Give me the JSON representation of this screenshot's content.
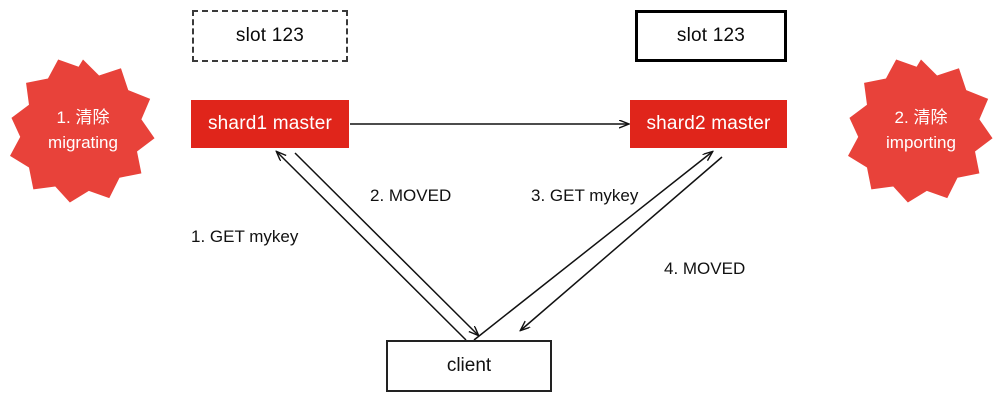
{
  "diagram": {
    "title": "Redis cluster slot migration MOVED redirection flow",
    "background_color": "#ffffff",
    "accent_red": "#e0251b",
    "seal_red": "#e8423a",
    "line_color": "#111111"
  },
  "slots": [
    {
      "label": "slot 123",
      "border_style": "dashed",
      "name": "slot-box-migrating"
    },
    {
      "label": "slot 123",
      "border_style": "solid",
      "name": "slot-box-importing"
    }
  ],
  "nodes": [
    {
      "label": "shard1 master",
      "color": "#e0251b"
    },
    {
      "label": "shard2 master",
      "color": "#e0251b"
    }
  ],
  "client": {
    "label": "client"
  },
  "seals": [
    {
      "line1": "1. 清除",
      "line2": "migrating",
      "color": "#e8423a"
    },
    {
      "line1": "2. 清除",
      "line2": "importing",
      "color": "#e8423a"
    }
  ],
  "arrows": [
    {
      "label": "1. GET mykey",
      "from": "client",
      "to": "shard1 master"
    },
    {
      "label": "2. MOVED",
      "from": "shard1 master",
      "to": "client"
    },
    {
      "label": "3. GET mykey",
      "from": "client",
      "to": "shard2 master"
    },
    {
      "label": "4. MOVED",
      "from": "shard2 master",
      "to": "client"
    },
    {
      "label": "",
      "from": "shard1 master",
      "to": "shard2 master"
    }
  ]
}
